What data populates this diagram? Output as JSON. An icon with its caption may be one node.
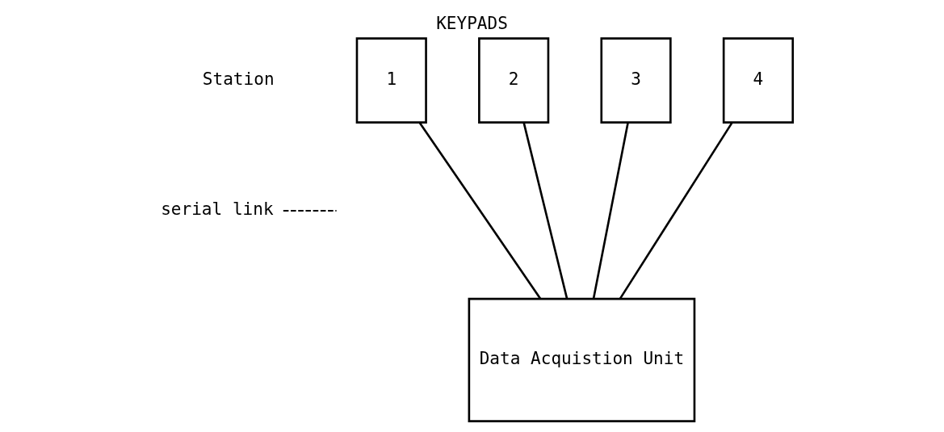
{
  "diagram": {
    "title": "KEYPADS",
    "nodes": [
      {
        "text": [
          "1"
        ]
      },
      {
        "text": [
          "2"
        ]
      },
      {
        "text": [
          "3"
        ]
      },
      {
        "text": [
          "4"
        ]
      },
      {
        "text": [
          "Data Acquistion Unit"
        ]
      },
      {
        "text": [
          "serial link"
        ]
      }
    ],
    "edges": [
      {
        "from": 0,
        "to": 4,
        "arrow": "none"
      },
      {
        "from": 1,
        "to": 4,
        "arrow": "none"
      },
      {
        "from": 2,
        "to": 4,
        "arrow": "none"
      },
      {
        "from": 3,
        "to": 4,
        "arrow": "none"
      },
      {
        "from": 5,
        "to": null,
        "arrow": "none",
        "style": "dashed"
      }
    ],
    "labels": [
      "Station"
    ]
  }
}
